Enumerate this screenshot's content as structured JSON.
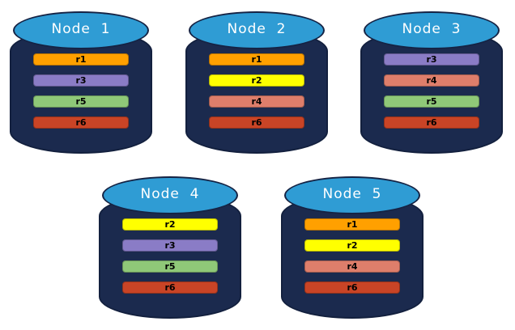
{
  "palette": {
    "cylinder_body": "#1B2A4E",
    "cylinder_outline": "#13203E",
    "cylinder_top": "#2F9CD4",
    "title_text": "#FFFFFF",
    "bar_text": "#000000",
    "replica_colors": {
      "r1": "#FFA000",
      "r2": "#FFFF00",
      "r3": "#8A7CC6",
      "r4": "#DE7E6B",
      "r5": "#8FC878",
      "r6": "#C94426"
    }
  },
  "nodes": [
    {
      "label": "Node  1",
      "replicas": [
        {
          "label": "r1",
          "color": "#FFA000"
        },
        {
          "label": "r3",
          "color": "#8A7CC6"
        },
        {
          "label": "r5",
          "color": "#8FC878"
        },
        {
          "label": "r6",
          "color": "#C94426"
        }
      ]
    },
    {
      "label": "Node  2",
      "replicas": [
        {
          "label": "r1",
          "color": "#FFA000"
        },
        {
          "label": "r2",
          "color": "#FFFF00"
        },
        {
          "label": "r4",
          "color": "#DE7E6B"
        },
        {
          "label": "r6",
          "color": "#C94426"
        }
      ]
    },
    {
      "label": "Node  3",
      "replicas": [
        {
          "label": "r3",
          "color": "#8A7CC6"
        },
        {
          "label": "r4",
          "color": "#DE7E6B"
        },
        {
          "label": "r5",
          "color": "#8FC878"
        },
        {
          "label": "r6",
          "color": "#C94426"
        }
      ]
    },
    {
      "label": "Node  4",
      "replicas": [
        {
          "label": "r2",
          "color": "#FFFF00"
        },
        {
          "label": "r3",
          "color": "#8A7CC6"
        },
        {
          "label": "r5",
          "color": "#8FC878"
        },
        {
          "label": "r6",
          "color": "#C94426"
        }
      ]
    },
    {
      "label": "Node  5",
      "replicas": [
        {
          "label": "r1",
          "color": "#FFA000"
        },
        {
          "label": "r2",
          "color": "#FFFF00"
        },
        {
          "label": "r4",
          "color": "#DE7E6B"
        },
        {
          "label": "r6",
          "color": "#C94426"
        }
      ]
    }
  ]
}
